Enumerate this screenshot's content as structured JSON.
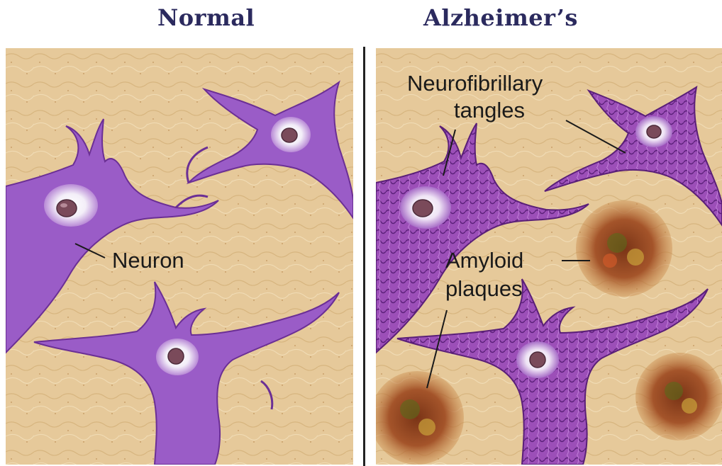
{
  "titles": {
    "normal": "Normal",
    "alzheimers": "Alzheimer’s"
  },
  "labels": {
    "neuron": "Neuron",
    "tangles_line1": "Neurofibrillary",
    "tangles_line2": "tangles",
    "plaques_line1": "Amyloid",
    "plaques_line2": "plaques"
  },
  "colors": {
    "tissue": "#e6c99a",
    "neuron": "#9a5cc7",
    "neuron_dark": "#6b2f95",
    "nucleus": "#7a4a5a",
    "plaque": "#9b4a20",
    "title": "#2b2a5e"
  }
}
